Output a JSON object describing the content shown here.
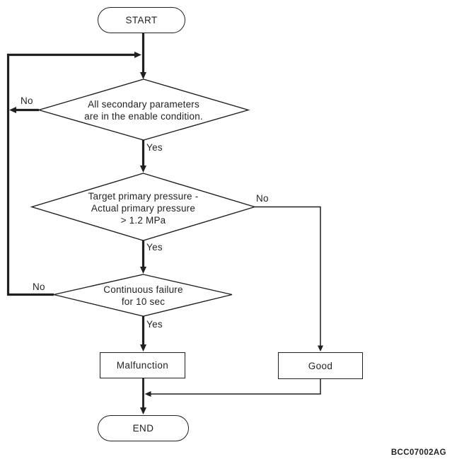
{
  "flowchart": {
    "start": {
      "label": "START"
    },
    "decision1": {
      "line1": "All secondary parameters",
      "line2": "are in the enable condition.",
      "no_label": "No",
      "yes_label": "Yes"
    },
    "decision2": {
      "line1": "Target primary pressure -",
      "line2": "Actual primary pressure",
      "line3": "> 1.2 MPa",
      "no_label": "No",
      "yes_label": "Yes"
    },
    "decision3": {
      "line1": "Continuous failure",
      "line2": "for 10 sec",
      "no_label": "No",
      "yes_label": "Yes"
    },
    "malfunction": {
      "label": "Malfunction"
    },
    "good": {
      "label": "Good"
    },
    "end": {
      "label": "END"
    },
    "figure_code": "BCC07002AG"
  },
  "colors": {
    "line": "#231f20",
    "background": "#ffffff"
  }
}
